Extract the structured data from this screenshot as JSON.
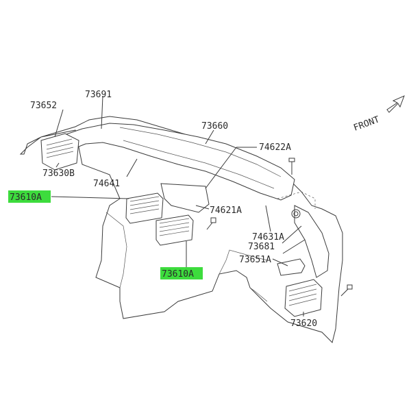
{
  "labels": {
    "p73652": "73652",
    "p73691": "73691",
    "p73660": "73660",
    "p74622A": "74622A",
    "p73630B": "73630B",
    "p74641": "74641",
    "p73610A_left": "73610A",
    "p74621A": "74621A",
    "p74631A": "74631A",
    "p73681": "73681",
    "p73651A": "73651A",
    "p73610A_bottom": "73610A",
    "p73620": "73620"
  },
  "front_label": "FRONT",
  "highlight_color": "#3ddc3d"
}
